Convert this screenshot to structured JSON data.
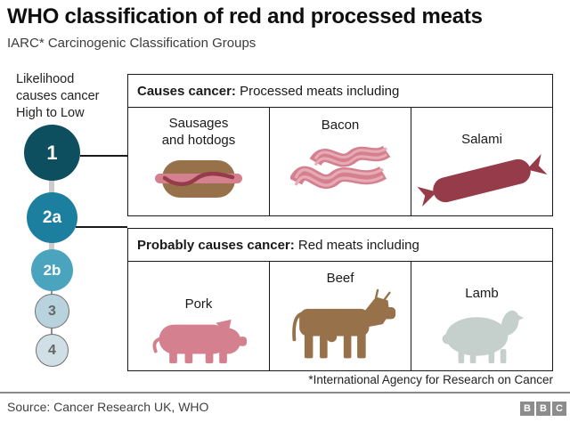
{
  "page": {
    "title": "WHO classification of red and processed meats",
    "subtitle": "IARC* Carcinogenic Classification Groups",
    "footnote": "*International Agency for Research on Cancer",
    "source": "Source: Cancer Research UK, WHO",
    "brand_letters": [
      "B",
      "B",
      "C"
    ]
  },
  "likelihood": {
    "caption_lines": [
      "Likelihood",
      "causes cancer",
      "High to Low"
    ],
    "groups": [
      {
        "label": "1",
        "color": "#0d4e5f",
        "text_color": "#ffffff"
      },
      {
        "label": "2a",
        "color": "#1d7f9f",
        "text_color": "#ffffff"
      },
      {
        "label": "2b",
        "color": "#4aa4be",
        "text_color": "#ffffff"
      },
      {
        "label": "3",
        "color": "#b8d3de",
        "text_color": "#666666",
        "border": "#707070"
      },
      {
        "label": "4",
        "color": "#cfdfe5",
        "text_color": "#666666",
        "border": "#707070"
      }
    ]
  },
  "boxes": [
    {
      "heading_strong": "Causes cancer:",
      "heading_rest": " Processed meats including",
      "items": [
        {
          "label_line1": "Sausages",
          "label_line2": "and hotdogs",
          "icon": "hotdog-icon"
        },
        {
          "label_line1": "Bacon",
          "label_line2": "",
          "icon": "bacon-icon"
        },
        {
          "label_line1": "Salami",
          "label_line2": "",
          "icon": "salami-icon"
        }
      ]
    },
    {
      "heading_strong": "Probably causes cancer:",
      "heading_rest": " Red meats including",
      "items": [
        {
          "label_line1": "Pork",
          "label_line2": "",
          "icon": "pig-icon"
        },
        {
          "label_line1": "Beef",
          "label_line2": "",
          "icon": "cow-icon"
        },
        {
          "label_line1": "Lamb",
          "label_line2": "",
          "icon": "sheep-icon"
        }
      ]
    }
  ],
  "colors": {
    "pink": "#d5808f",
    "pink_light": "#e7abb5",
    "dark_red": "#953b49",
    "brown": "#97714a",
    "sheep_gray": "#c5cfcb",
    "bbc_gray": "#8c8c8c"
  }
}
